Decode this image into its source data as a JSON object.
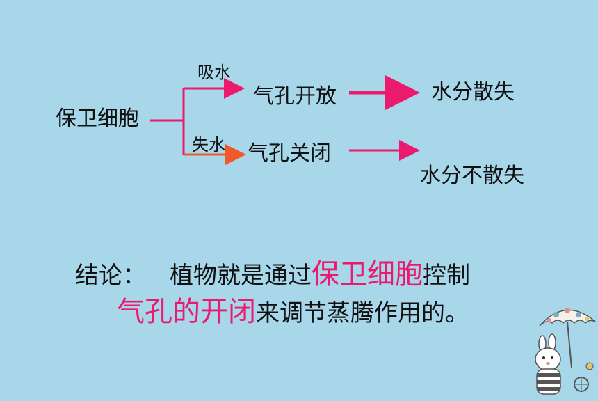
{
  "diagram": {
    "root": "保卫细胞",
    "branch_absorb_label": "吸水",
    "branch_lose_label": "失水",
    "stoma_open": "气孔开放",
    "stoma_close": "气孔关闭",
    "result_open": "水分散失",
    "result_close": "水分不散失"
  },
  "conclusion": {
    "prefix": "结论：",
    "part1": "植物就是通过",
    "highlight1": "保卫细胞",
    "part2": "控制",
    "highlight2": "气孔的开闭",
    "part3": "来调节蒸腾作用的。"
  },
  "colors": {
    "background": "#a8d7ea",
    "arrow_pink": "#ec1a6e",
    "arrow_orange": "#f05a28",
    "highlight": "#ec1a6e"
  }
}
